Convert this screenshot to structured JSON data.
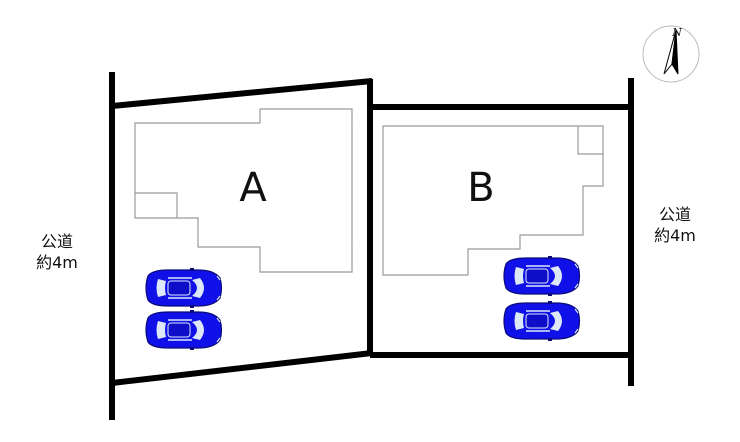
{
  "lots": [
    {
      "id": "A",
      "label": "A"
    },
    {
      "id": "B",
      "label": "B"
    }
  ],
  "roads": {
    "left": {
      "line1": "公道",
      "line2": "約4m"
    },
    "right": {
      "line1": "公道",
      "line2": "約4m"
    }
  },
  "compass": {
    "north_label": "N"
  },
  "colors": {
    "boundary": "#000000",
    "building_outline": "#9a9a9a",
    "car_body": "#1010e8",
    "car_glass": "#dce8f8"
  },
  "icons": {
    "car": "car-icon",
    "compass": "compass-icon"
  }
}
